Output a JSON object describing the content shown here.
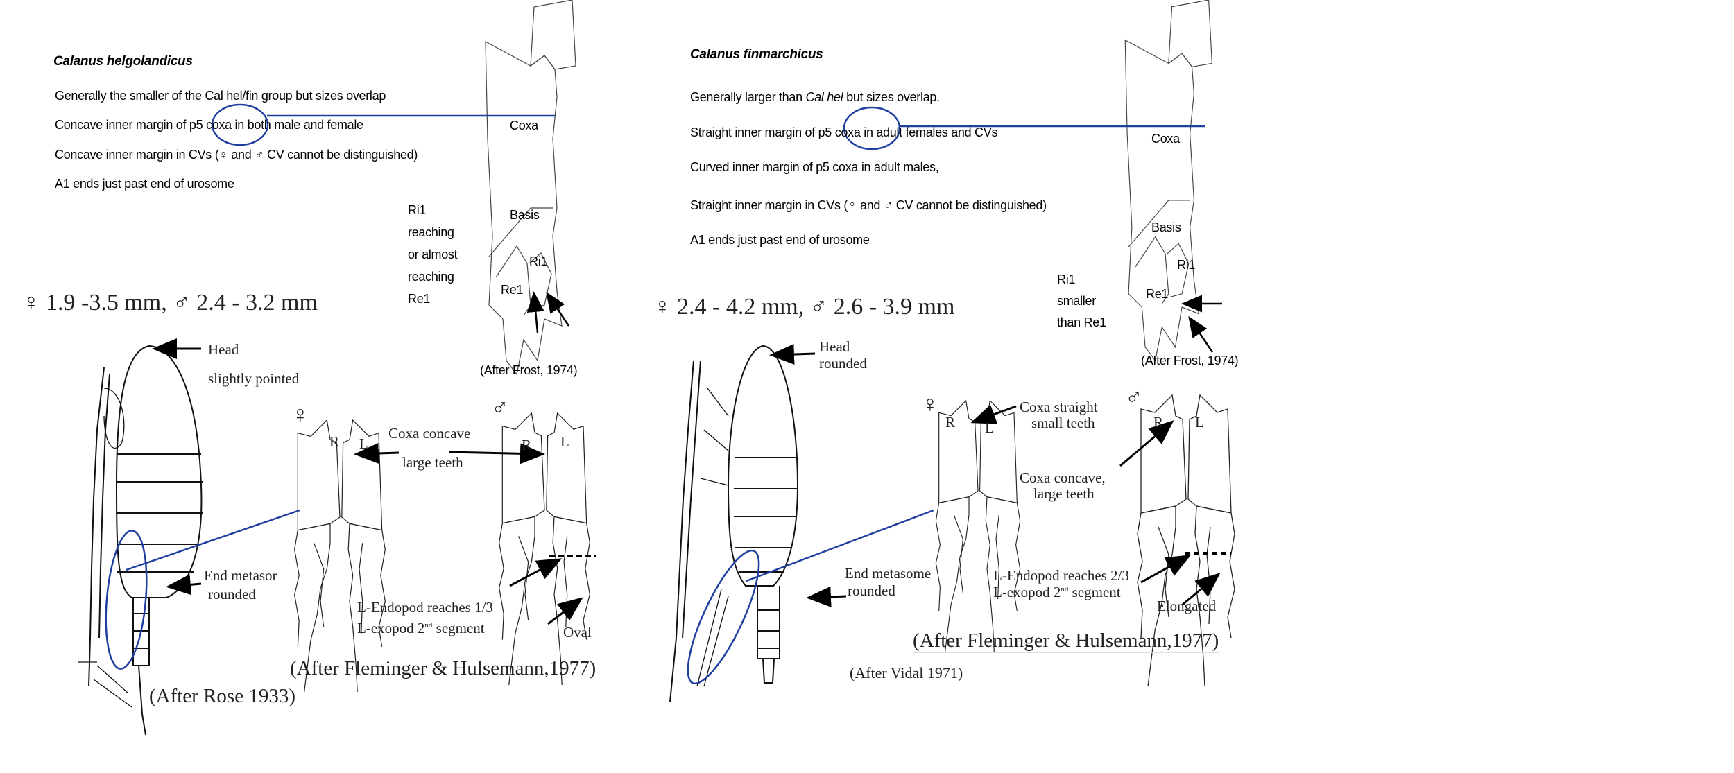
{
  "left": {
    "title": "Calanus helgolandicus",
    "lines": [
      "Generally the smaller of the Cal hel/fin group but sizes overlap",
      "Concave inner margin of p5 coxa in both male and female",
      "Concave inner margin in CVs (♀ and ♂ CV cannot be distinguished)",
      "A1 ends just past end of urosome"
    ],
    "p5": {
      "coxa": "Coxa",
      "basis": "Basis",
      "ri1": "Ri1",
      "re1": "Re1",
      "note": [
        "Ri1",
        "reaching",
        "or almost",
        "reaching",
        "Re1"
      ],
      "credit": "(After Frost, 1974)"
    },
    "sizes": "♀ 1.9 -3.5 mm, ♂ 2.4  - 3.2 mm",
    "body": {
      "head": "Head",
      "head_desc": "slightly pointed",
      "metasome": "End metasor",
      "metasome_desc": "rounded",
      "credit": "(After Rose 1933)"
    },
    "legs": {
      "female": "♀",
      "male": "♂",
      "r": "R",
      "l": "L",
      "coxa": "Coxa concave",
      "coxa_desc": "large teeth",
      "endopod": "L-Endopod reaches 1/3",
      "exopod_pre": "L-exopod 2",
      "exopod_sup": "nd",
      "exopod_post": " segment",
      "tip": "Oval",
      "credit": "(After Fleminger & Hulsemann,1977)"
    }
  },
  "right": {
    "title": "Calanus finmarchicus",
    "line1_pre": "Generally larger than ",
    "line1_em": "Cal hel",
    "line1_post": " but sizes overlap.",
    "lines": [
      "Straight inner margin of p5 coxa in adult females and CVs",
      "Curved inner margin of p5 coxa in adult males,",
      "Straight inner margin in CVs (♀ and ♂ CV cannot be distinguished)",
      "A1 ends just past end of urosome"
    ],
    "p5": {
      "coxa": "Coxa",
      "basis": "Basis",
      "ri1": "Ri1",
      "re1": "Re1",
      "note": [
        "Ri1",
        "smaller",
        "than Re1"
      ],
      "credit": "(After Frost, 1974)"
    },
    "sizes": "♀ 2.4 - 4.2 mm, ♂ 2.6 - 3.9 mm",
    "body": {
      "head": "Head",
      "head_desc": "rounded",
      "metasome": "End metasome",
      "metasome_desc": "rounded",
      "credit": "(After Vidal 1971)"
    },
    "legs": {
      "female": "♀",
      "male": "♂",
      "r": "R",
      "l": "L",
      "coxa_f": "Coxa straight",
      "coxa_f_desc": "small teeth",
      "coxa_m": "Coxa concave,",
      "coxa_m_desc": "large teeth",
      "endopod": "L-Endopod reaches 2/3",
      "exopod_pre": "L-exopod 2",
      "exopod_sup": "nd",
      "exopod_post": " segment",
      "tip": "Elongated",
      "credit": "(After Fleminger & Hulsemann,1977)"
    }
  },
  "colors": {
    "highlight": "#1f3fa0"
  }
}
